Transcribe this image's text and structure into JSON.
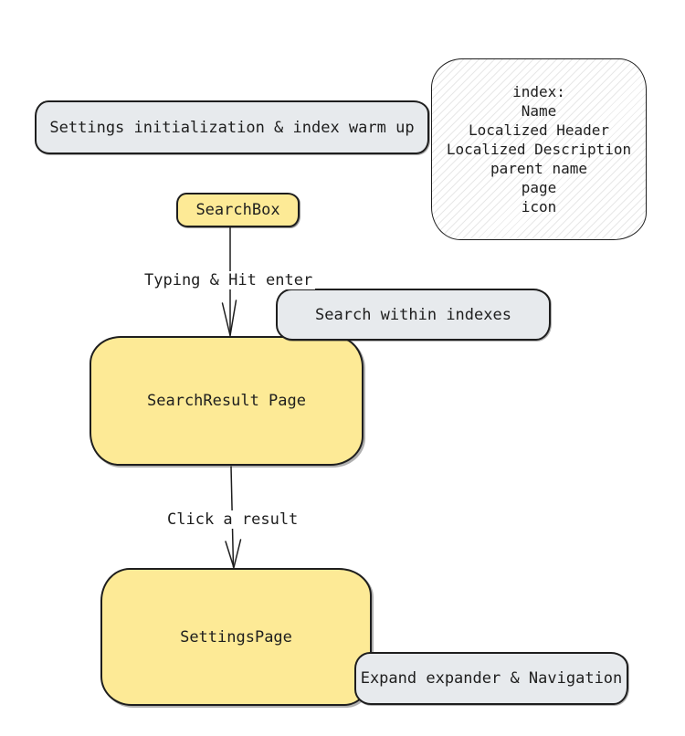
{
  "colors": {
    "node_yellow": "#fdea96",
    "node_gray": "#e7eaed",
    "stroke": "#1e1e1e"
  },
  "nodes": {
    "settings_init": {
      "label": "Settings initialization & index warm up"
    },
    "index_note": {
      "lines": [
        "index:",
        "Name",
        "Localized Header",
        "Localized Description",
        "parent name",
        "page",
        "icon"
      ]
    },
    "search_box": {
      "label": "SearchBox"
    },
    "search_within": {
      "label": "Search within indexes"
    },
    "search_result": {
      "label": "SearchResult Page"
    },
    "settings_page": {
      "label": "SettingsPage"
    },
    "expand_nav": {
      "label": "Expand expander & Navigation"
    }
  },
  "edges": {
    "typing": {
      "label": "Typing & Hit enter",
      "from": "SearchBox",
      "to": "SearchResult Page"
    },
    "click": {
      "label": "Click a result",
      "from": "SearchResult Page",
      "to": "SettingsPage"
    }
  }
}
